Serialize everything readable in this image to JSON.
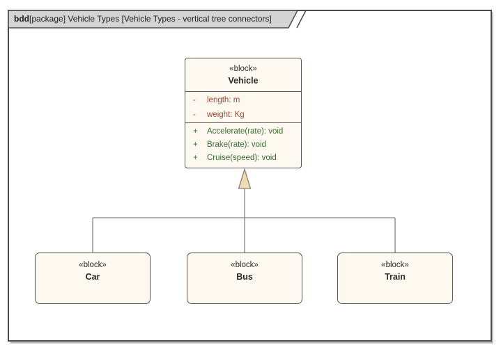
{
  "frame": {
    "tab": {
      "keyword": "bdd",
      "label": "[package] Vehicle Types [Vehicle Types - vertical tree connectors]"
    }
  },
  "vehicle_block": {
    "stereotype": "«block»",
    "name": "Vehicle",
    "attributes": [
      {
        "visibility": "-",
        "text": "length: m"
      },
      {
        "visibility": "-",
        "text": "weight: Kg"
      }
    ],
    "operations": [
      {
        "visibility": "+",
        "text": "Accelerate(rate): void"
      },
      {
        "visibility": "+",
        "text": "Brake(rate): void"
      },
      {
        "visibility": "+",
        "text": "Cruise(speed): void"
      }
    ]
  },
  "child_blocks": [
    {
      "stereotype": "«block»",
      "name": "Car"
    },
    {
      "stereotype": "«block»",
      "name": "Bus"
    },
    {
      "stereotype": "«block»",
      "name": "Train"
    }
  ],
  "colors": {
    "page_background": "#ffffff",
    "frame_border": "#4a4a4a",
    "frame_shadow": "#b9b9b9",
    "tab_fill": "#d4d4d4",
    "block_fill": "#fdf8f0",
    "block_border": "#5a554d",
    "title_text": "#2d2a26",
    "attribute_text": "#9e4a31",
    "operation_text": "#3a6b31",
    "connector": "#85807a",
    "triangle_fill": "#f2dab0"
  }
}
